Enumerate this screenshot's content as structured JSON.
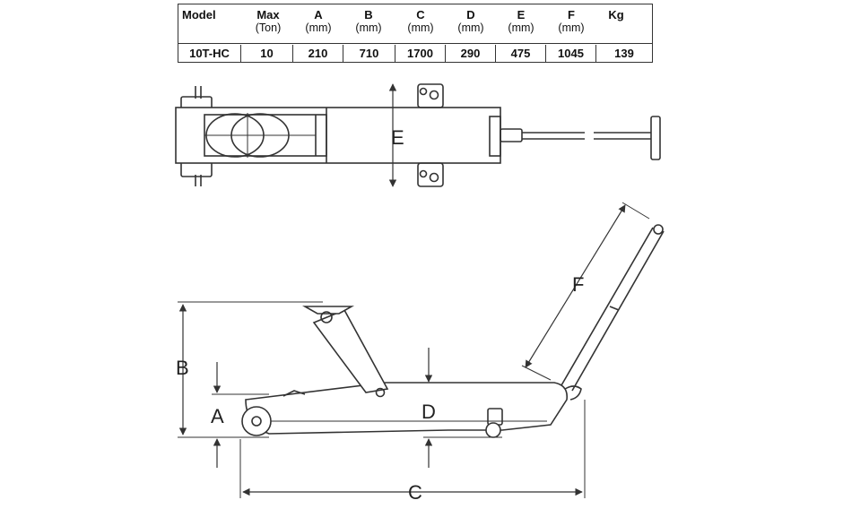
{
  "table": {
    "headers": [
      {
        "line1": "Model",
        "line2": ""
      },
      {
        "line1": "Max",
        "line2": "(Ton)"
      },
      {
        "line1": "A",
        "line2": "(mm)"
      },
      {
        "line1": "B",
        "line2": "(mm)"
      },
      {
        "line1": "C",
        "line2": "(mm)"
      },
      {
        "line1": "D",
        "line2": "(mm)"
      },
      {
        "line1": "E",
        "line2": "(mm)"
      },
      {
        "line1": "F",
        "line2": "(mm)"
      },
      {
        "line1": "Kg",
        "line2": ""
      }
    ],
    "row": [
      "10T-HC",
      "10",
      "210",
      "710",
      "1700",
      "290",
      "475",
      "1045",
      "139"
    ]
  },
  "dimensions": {
    "A": "A",
    "B": "B",
    "C": "C",
    "D": "D",
    "E": "E",
    "F": "F"
  },
  "colors": {
    "line": "#333333",
    "label": "#222222"
  }
}
